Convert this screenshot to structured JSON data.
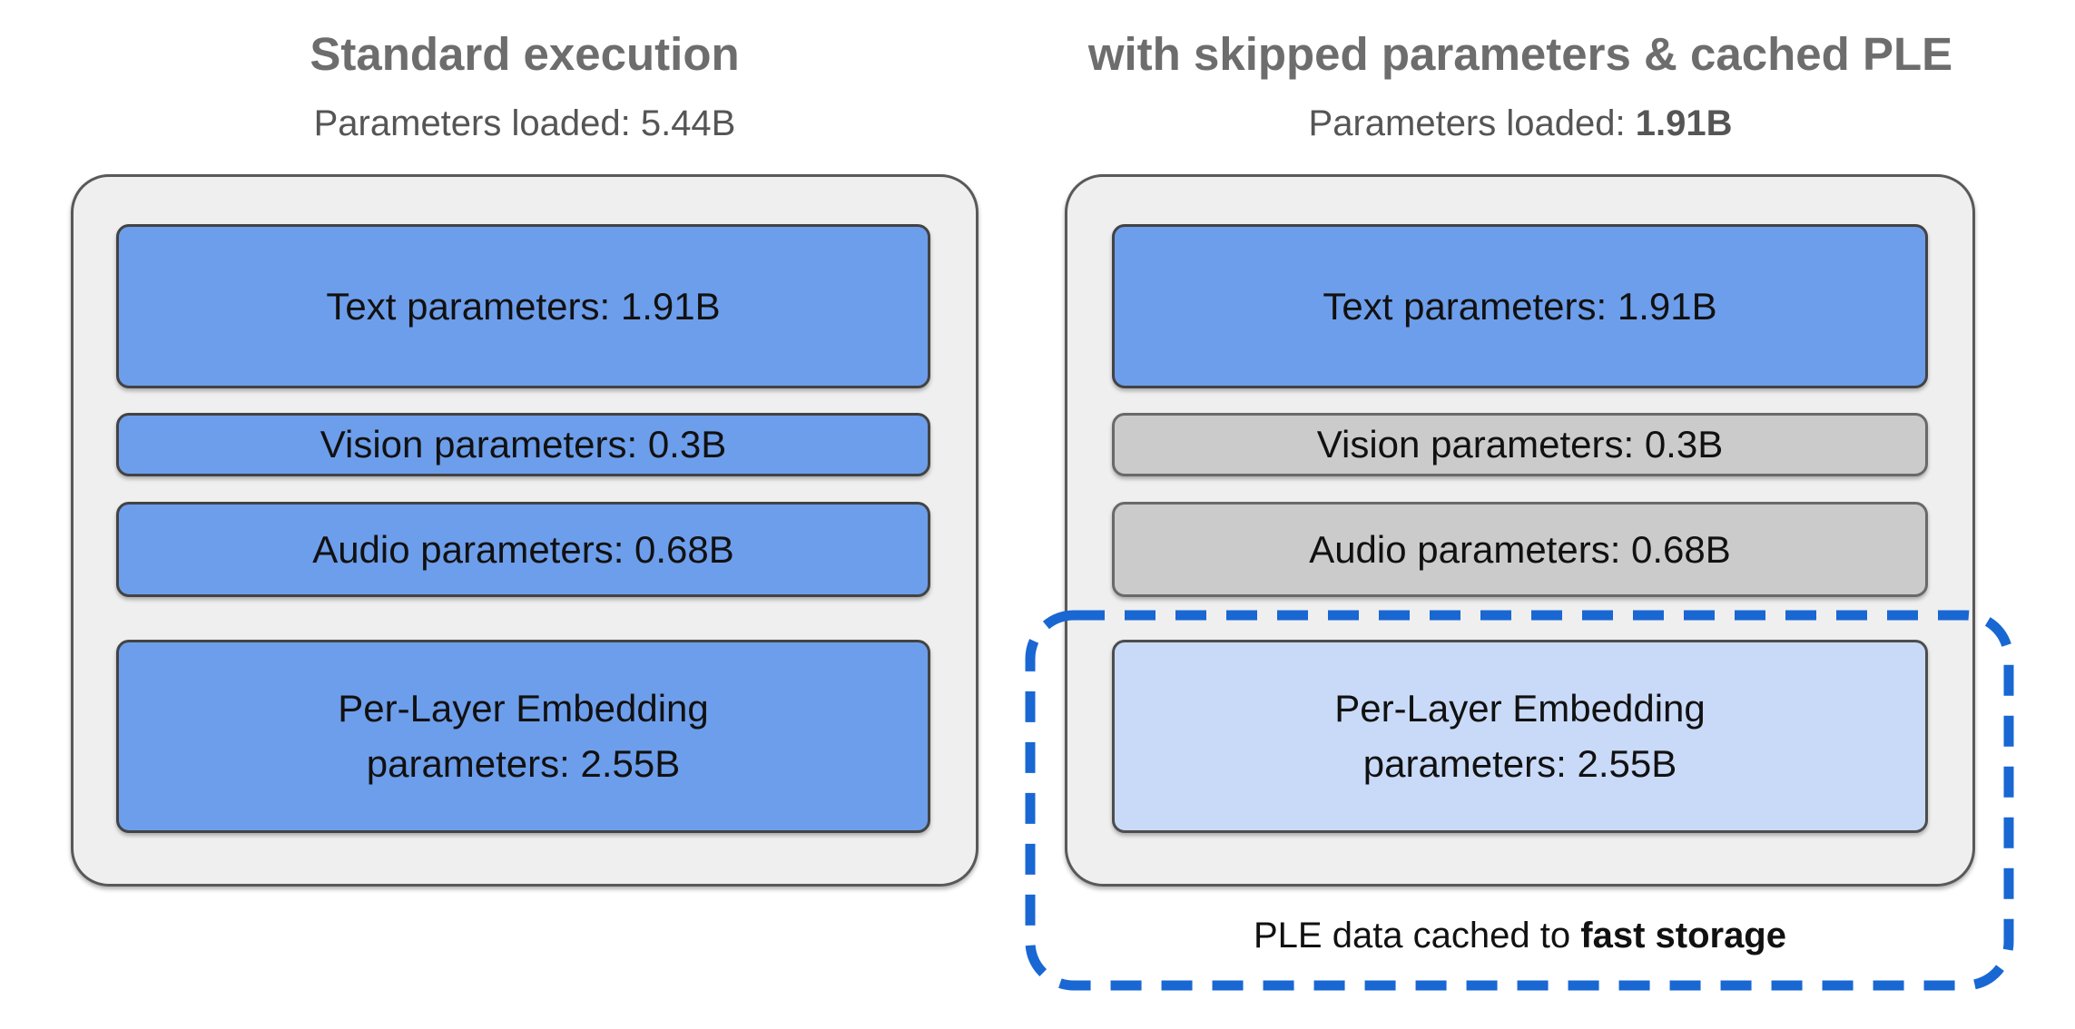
{
  "colors": {
    "blue_box": "#6d9eeb",
    "gray_box": "#cbcbcb",
    "light_blue_box": "#c9daf8",
    "panel_bg": "#efefef",
    "panel_border": "#595959",
    "box_border": "#434343",
    "dashed_outline_accent": "#1967d2",
    "title_text": "#6d6d6d",
    "subtitle_text": "#555555",
    "box_text": "#111111"
  },
  "left_panel": {
    "title": "Standard execution",
    "subtitle_label": "Parameters loaded: ",
    "subtitle_value": "5.44B",
    "boxes": {
      "text": "Text parameters: 1.91B",
      "vision": "Vision parameters: 0.3B",
      "audio": "Audio parameters: 0.68B",
      "ple": "Per-Layer Embedding parameters: 2.55B"
    }
  },
  "right_panel": {
    "title": "with skipped parameters & cached PLE",
    "subtitle_label": "Parameters loaded: ",
    "subtitle_value": "1.91B",
    "boxes": {
      "text": "Text parameters: 1.91B",
      "vision": "Vision parameters: 0.3B",
      "audio": "Audio parameters: 0.68B",
      "ple": "Per-Layer Embedding parameters: 2.55B"
    },
    "callout_prefix": "PLE data cached to ",
    "callout_bold": "fast storage"
  }
}
